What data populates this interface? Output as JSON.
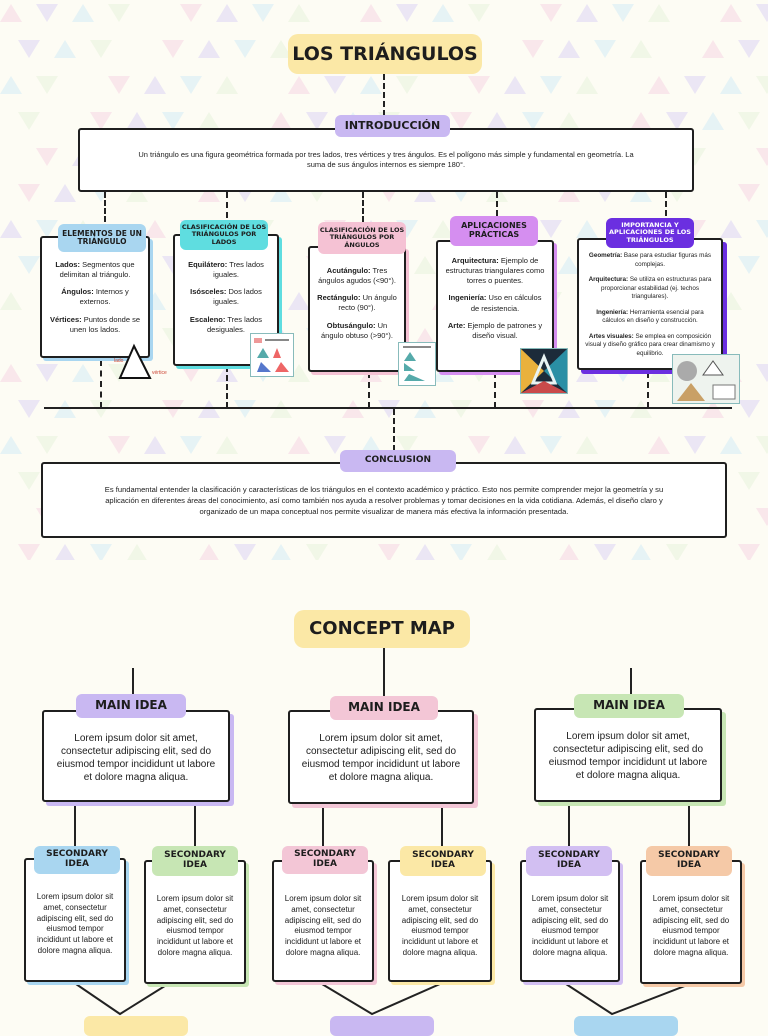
{
  "title": "LOS TRIÁNGULOS",
  "intro": {
    "label": "INTRODUCCIÓN",
    "text": "Un triángulo es una figura geométrica formada por tres lados, tres vértices y tres ángulos. Es el polígono más simple y fundamental en geometría. La suma de sus ángulos internos es siempre 180°."
  },
  "branches": [
    {
      "label": "ELEMENTOS DE UN TRIÁNGULO",
      "color": "#a9d6f0",
      "items": [
        {
          "term": "Lados:",
          "desc": "Segmentos que delimitan al triángulo."
        },
        {
          "term": "Ángulos:",
          "desc": "Internos y externos."
        },
        {
          "term": "Vértices:",
          "desc": "Puntos donde se unen los lados."
        }
      ],
      "diagram_labels": {
        "side": "lado",
        "vertex": "vértice"
      }
    },
    {
      "label": "CLASIFICACIÓN DE LOS TRIÁNGULOS POR LADOS",
      "color": "#5fdde0",
      "items": [
        {
          "term": "Equilátero:",
          "desc": "Tres lados iguales."
        },
        {
          "term": "Isósceles:",
          "desc": "Dos lados iguales."
        },
        {
          "term": "Escaleno:",
          "desc": "Tres lados desiguales."
        }
      ]
    },
    {
      "label": "CLASIFICACIÓN DE LOS TRIÁNGULOS POR ÁNGULOS",
      "color": "#f5c2d4",
      "items": [
        {
          "term": "Acutángulo:",
          "desc": "Tres ángulos agudos (<90°)."
        },
        {
          "term": "Rectángulo:",
          "desc": "Un ángulo recto (90°)."
        },
        {
          "term": "Obtusángulo:",
          "desc": "Un ángulo obtuso (>90°)."
        }
      ]
    },
    {
      "label": "APLICACIONES PRÁCTICAS",
      "color": "#d58ef0",
      "items": [
        {
          "term": "Arquitectura:",
          "desc": "Ejemplo de estructuras triangulares como torres o puentes."
        },
        {
          "term": "Ingeniería:",
          "desc": "Uso en cálculos de resistencia."
        },
        {
          "term": "Arte:",
          "desc": "Ejemplo de patrones y diseño visual."
        }
      ]
    },
    {
      "label": "IMPORTANCIA Y APLICACIONES DE LOS TRIÁNGULOS",
      "color": "#6b2fe0",
      "items": [
        {
          "term": "Geometría:",
          "desc": "Base para estudiar figuras más complejas."
        },
        {
          "term": "Arquitectura:",
          "desc": "Se utiliza en estructuras para proporcionar estabilidad (ej. techos triangulares)."
        },
        {
          "term": "Ingeniería:",
          "desc": "Herramienta esencial para cálculos en diseño y construcción."
        },
        {
          "term": "Artes visuales:",
          "desc": "Se emplea en composición visual y diseño gráfico para crear dinamismo y equilibrio."
        }
      ]
    }
  ],
  "conclusion": {
    "label": "CONCLUSION",
    "text": "Es fundamental entender la clasificación y características de los triángulos en el contexto académico y práctico. Esto nos permite comprender mejor la geometría y su aplicación en diferentes áreas del conocimiento, así como también nos ayuda a resolver problemas y tomar decisiones en la vida cotidiana. Además, el diseño claro y organizado de un mapa conceptual nos permite visualizar de manera más efectiva la información presentada."
  },
  "concept_map": {
    "title": "CONCEPT MAP",
    "main_ideas": [
      {
        "label": "MAIN IDEA",
        "color": "#c9b8f2",
        "text": "Lorem ipsum dolor sit amet, consectetur adipiscing elit, sed do eiusmod tempor incididunt ut labore et dolore magna aliqua."
      },
      {
        "label": "MAIN IDEA",
        "color": "#f3c6d6",
        "text": "Lorem ipsum dolor sit amet, consectetur adipiscing elit, sed do eiusmod tempor incididunt ut labore et dolore magna aliqua."
      },
      {
        "label": "MAIN IDEA",
        "color": "#c7e6b4",
        "text": "Lorem ipsum dolor sit amet, consectetur adipiscing elit, sed do eiusmod tempor incididunt ut labore et dolore magna aliqua."
      }
    ],
    "secondary_ideas": [
      {
        "label": "SECONDARY IDEA",
        "color": "#a9d6f0",
        "text": "Lorem ipsum dolor sit amet, consectetur adipiscing elit, sed do eiusmod tempor incididunt ut labore et dolore magna aliqua."
      },
      {
        "label": "SECONDARY IDEA",
        "color": "#c7e6b4",
        "text": "Lorem ipsum dolor sit amet, consectetur adipiscing elit, sed do eiusmod tempor incididunt ut labore et dolore magna aliqua."
      },
      {
        "label": "SECONDARY IDEA",
        "color": "#f3c6d6",
        "text": "Lorem ipsum dolor sit amet, consectetur adipiscing elit, sed do eiusmod tempor incididunt ut labore et dolore magna aliqua."
      },
      {
        "label": "SECONDARY IDEA",
        "color": "#fbe8a6",
        "text": "Lorem ipsum dolor sit amet, consectetur adipiscing elit, sed do eiusmod tempor incididunt ut labore et dolore magna aliqua."
      },
      {
        "label": "SECONDARY IDEA",
        "color": "#d2bff2",
        "text": "Lorem ipsum dolor sit amet, consectetur adipiscing elit, sed do eiusmod tempor incididunt ut labore et dolore magna aliqua."
      },
      {
        "label": "SECONDARY IDEA",
        "color": "#f5c9a7",
        "text": "Lorem ipsum dolor sit amet, consectetur adipiscing elit, sed do eiusmod tempor incididunt ut labore et dolore magna aliqua."
      }
    ]
  },
  "colors": {
    "title_pill": "#fbe8a6",
    "intro_pill": "#c9b8f2",
    "conclusion_pill": "#c9b8f2",
    "concept_title_pill": "#fbe8a6"
  }
}
